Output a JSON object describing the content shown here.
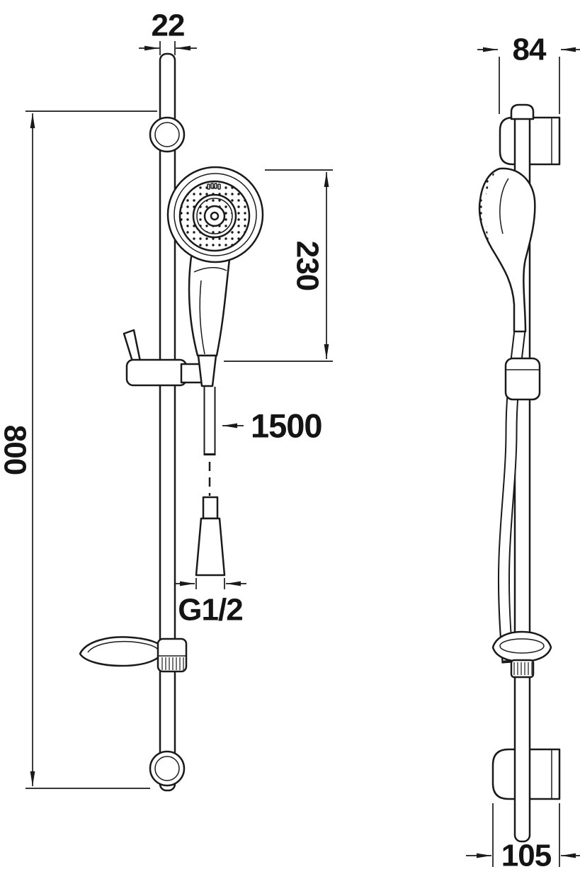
{
  "drawing": {
    "colors": {
      "line": "#1a1a1a",
      "background": "#ffffff"
    },
    "labels": {
      "rail_width": "22",
      "rail_height": "800",
      "head_length": "230",
      "hose_length": "1500",
      "thread": "G1/2",
      "top_bracket_depth": "84",
      "bottom_bracket_depth": "105"
    }
  }
}
